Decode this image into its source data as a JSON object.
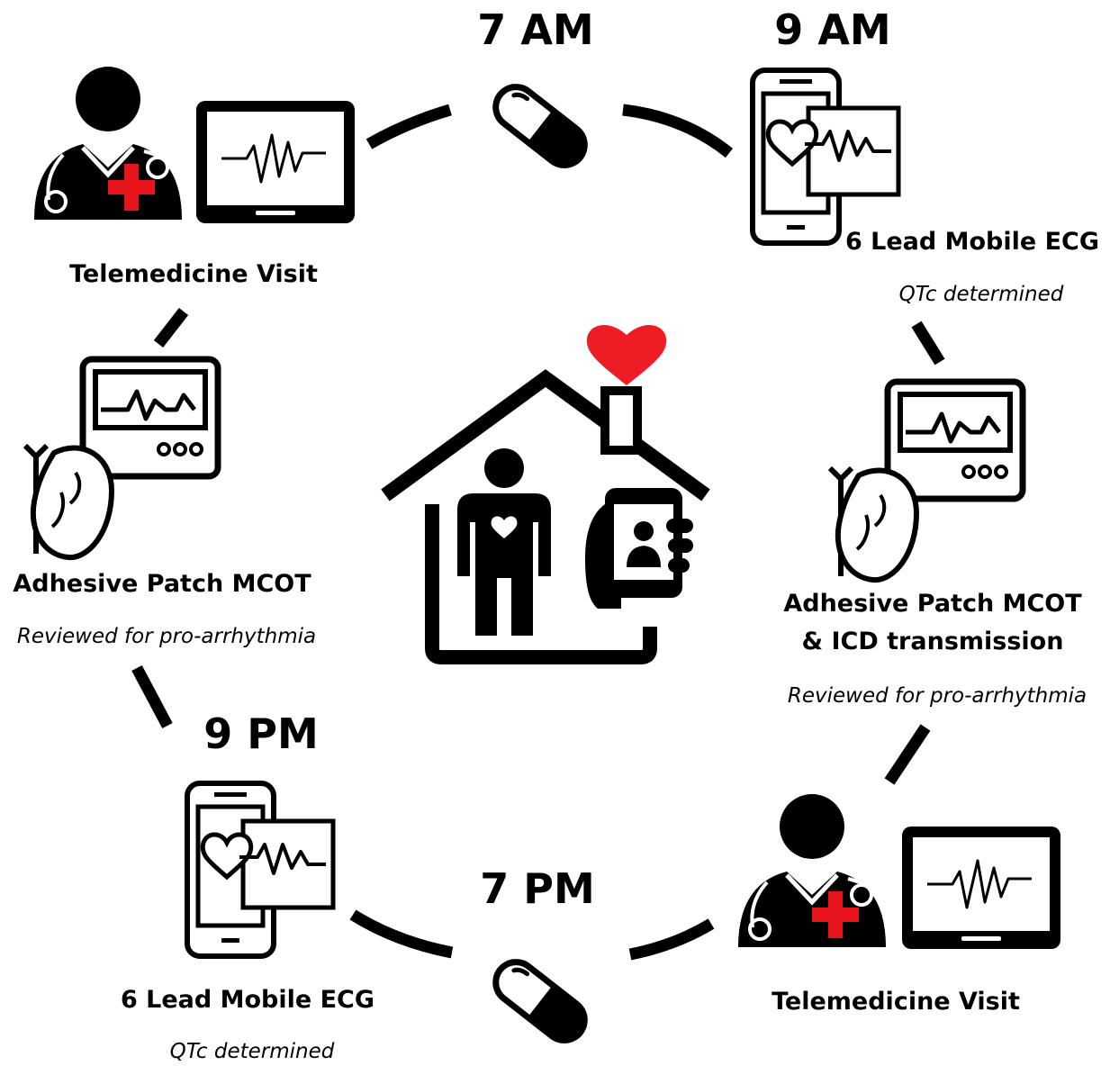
{
  "times": {
    "am7": "7 AM",
    "am9": "9 AM",
    "pm7": "7 PM",
    "pm9": "9 PM"
  },
  "nodes": {
    "telemedicine_top": {
      "title": "Telemedicine Visit"
    },
    "ecg_top": {
      "title": "6 Lead Mobile ECG",
      "note": "QTc determined"
    },
    "patch_right": {
      "title_line1": "Adhesive Patch MCOT",
      "title_line2": "& ICD transmission",
      "note": "Reviewed for pro-arrhythmia"
    },
    "telemedicine_bottom": {
      "title": "Telemedicine Visit"
    },
    "ecg_bottom": {
      "title": "6 Lead Mobile ECG",
      "note": "QTc determined"
    },
    "patch_left": {
      "title": "Adhesive Patch MCOT",
      "note": "Reviewed for pro-arrhythmia"
    }
  },
  "icons": {
    "pill": "pill-icon",
    "doctor": "doctor-icon",
    "tablet": "tablet-ecg-icon",
    "phone": "phone-ecg-icon",
    "monitor": "heart-monitor-icon",
    "home": "home-patient-icon",
    "heart": "heart-icon"
  },
  "colors": {
    "ink": "#000000",
    "heart": "#ee1c25",
    "cross": "#e8141c"
  }
}
